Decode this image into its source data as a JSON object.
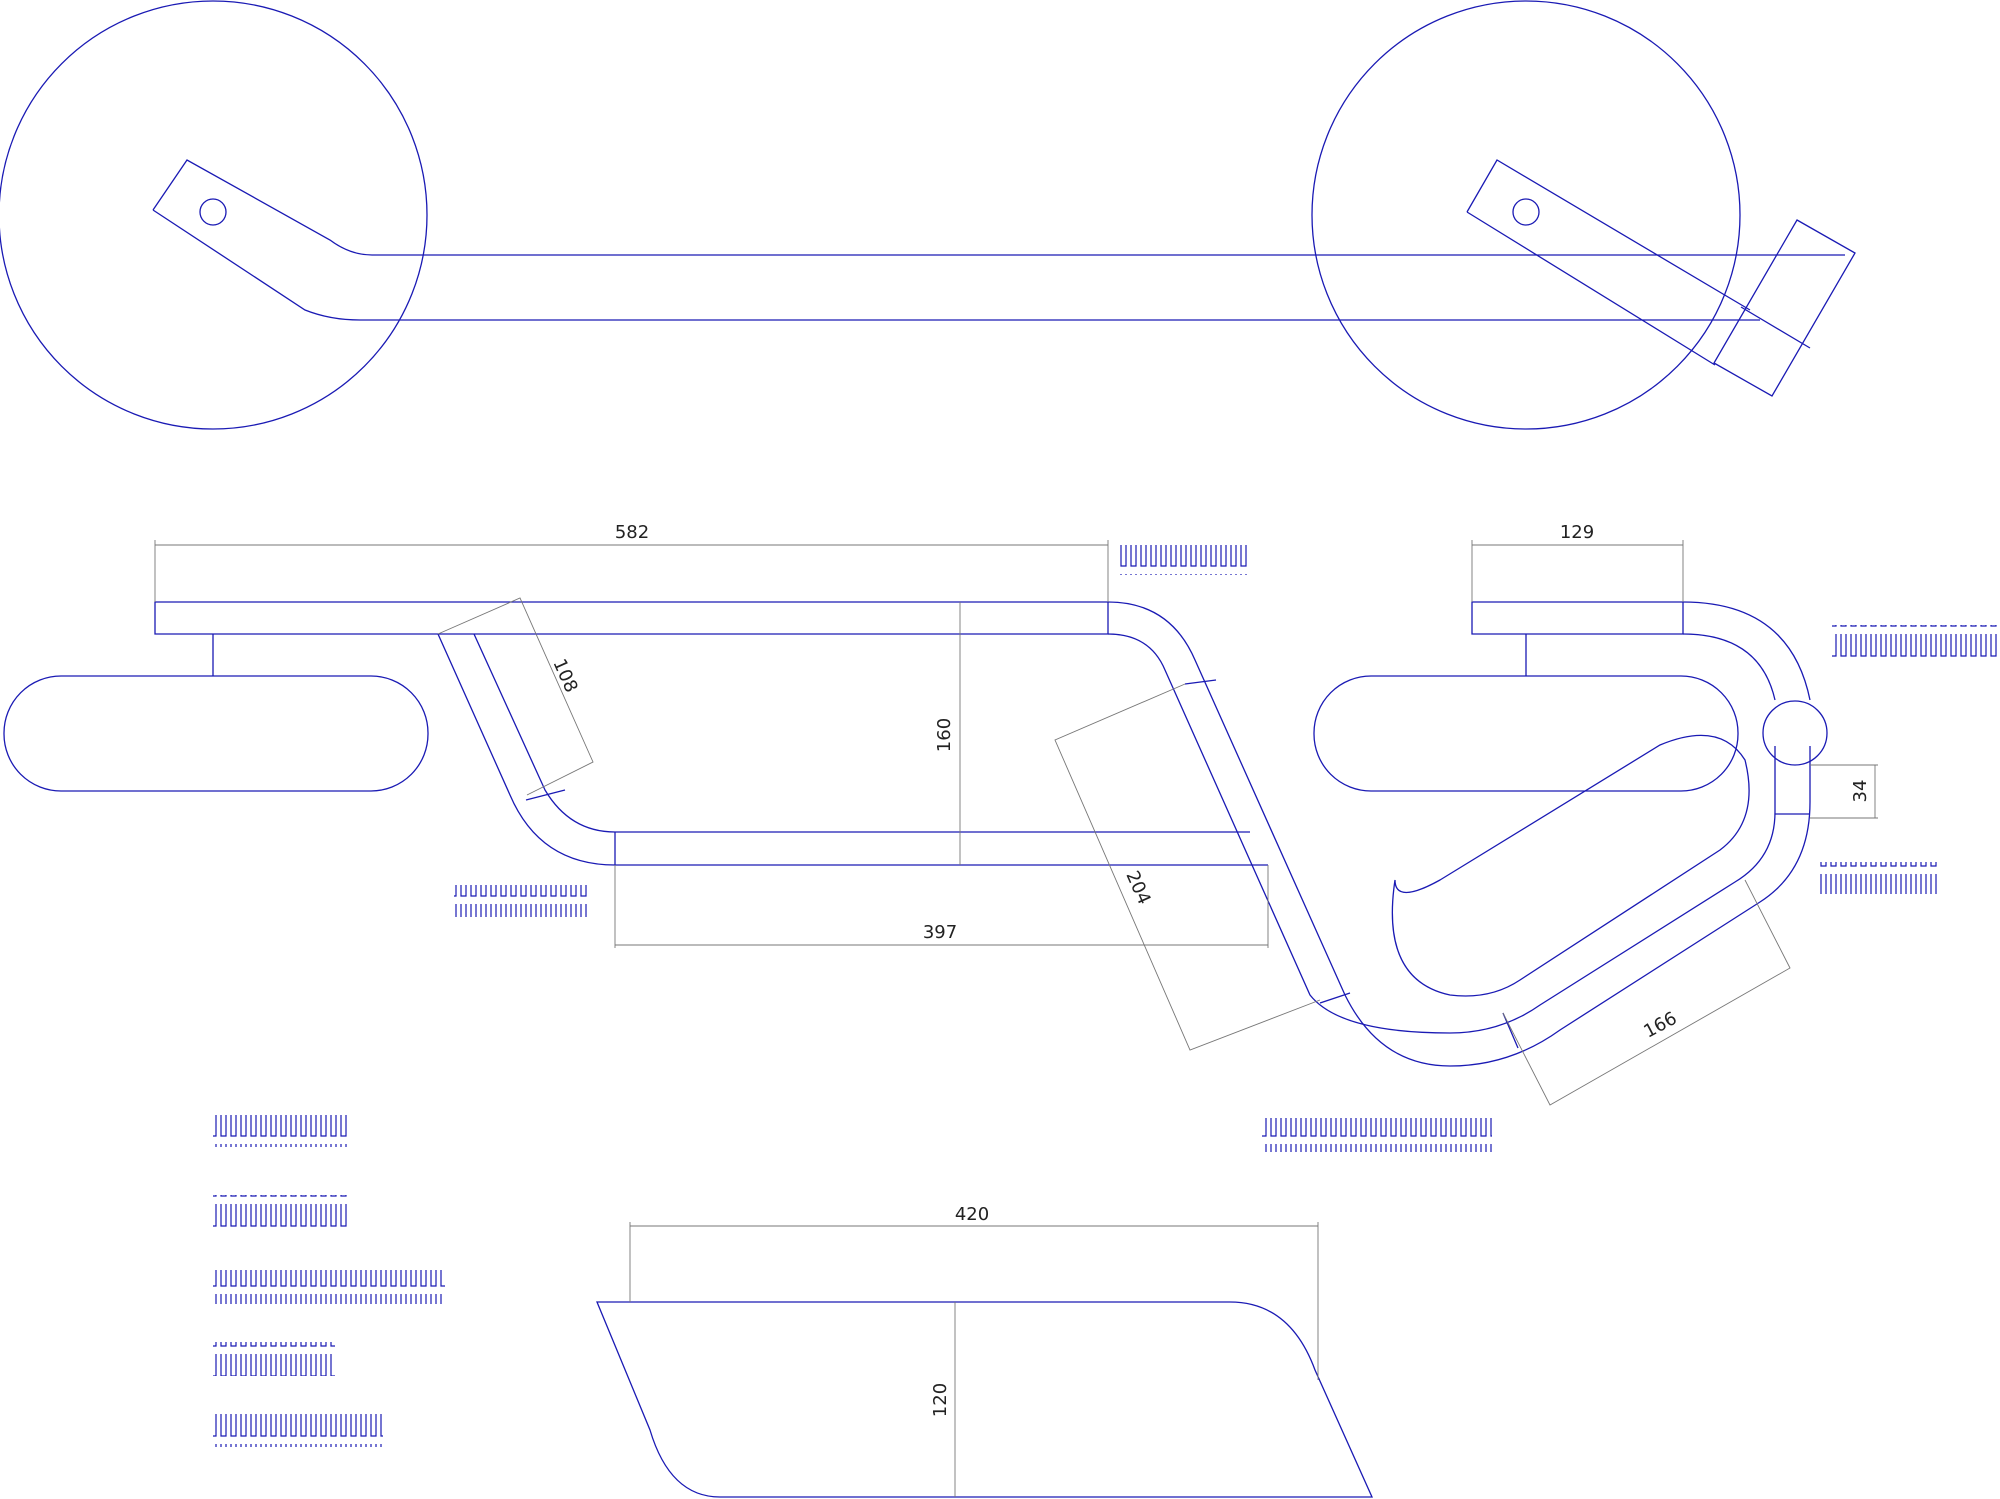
{
  "colors": {
    "outline": "#1a1ab4",
    "dimension": "#777777",
    "background": "#ffffff"
  },
  "dimensions": {
    "d582": "582",
    "d129": "129",
    "d108": "108",
    "d160": "160",
    "d397": "397",
    "d204": "204",
    "d166": "166",
    "d34": "34",
    "d420": "420",
    "d120": "120"
  },
  "annotations": {
    "note": "Scribbled placeholder labels shown as zig-zag rectangles (illegible)"
  }
}
